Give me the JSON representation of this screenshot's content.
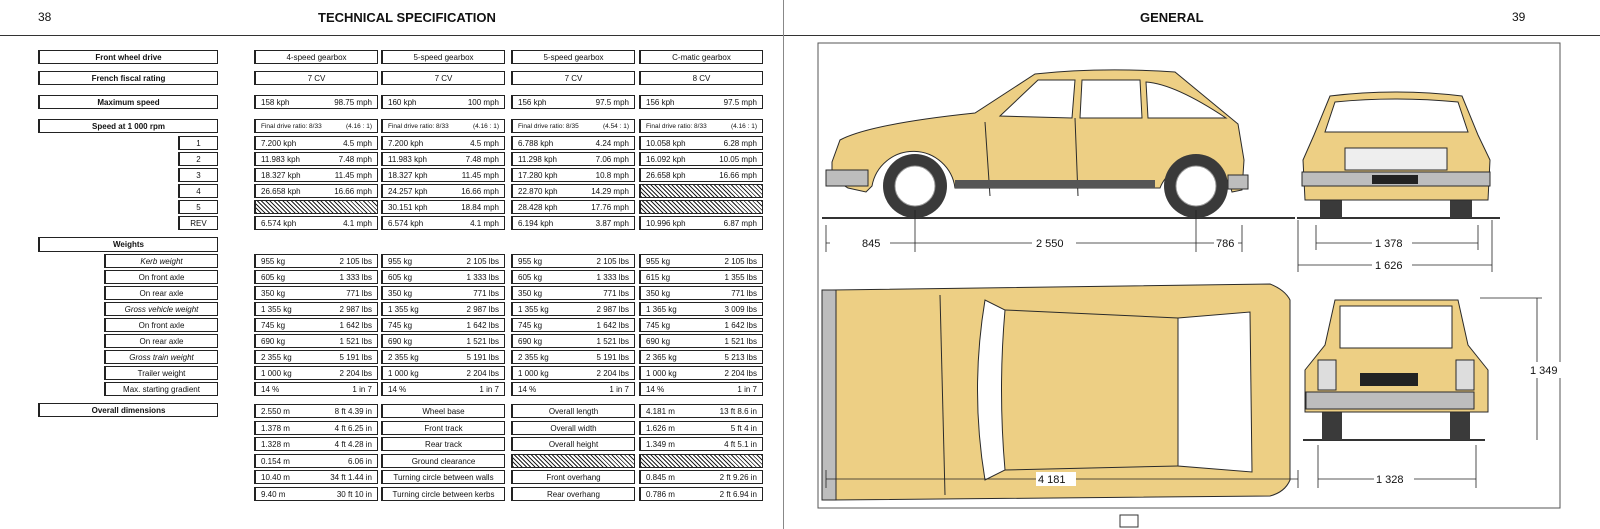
{
  "left_page": {
    "page_number": "38",
    "title": "TECHNICAL SPECIFICATION"
  },
  "right_page": {
    "page_number": "39",
    "title": "GENERAL"
  },
  "spec": {
    "labels": {
      "drive": "Front wheel drive",
      "fiscal": "French fiscal rating",
      "max_speed": "Maximum speed",
      "speed_rpm": "Speed at 1 000 rpm",
      "weights": "Weights",
      "dimensions": "Overall dimensions"
    },
    "gearboxes": [
      "4-speed gearbox",
      "5-speed gearbox",
      "5-speed gearbox",
      "C-matic gearbox"
    ],
    "fiscal_ratings": [
      "7 CV",
      "7 CV",
      "7 CV",
      "8 CV"
    ],
    "max_speed": [
      [
        "158 kph",
        "98.75 mph"
      ],
      [
        "160 kph",
        "100 mph"
      ],
      [
        "156 kph",
        "97.5 mph"
      ],
      [
        "156 kph",
        "97.5 mph"
      ]
    ],
    "final_drive": [
      [
        "Final drive ratio: 8/33",
        "(4.16 : 1)"
      ],
      [
        "Final drive ratio: 8/33",
        "(4.16 : 1)"
      ],
      [
        "Final drive ratio: 8/35",
        "(4.54 : 1)"
      ],
      [
        "Final drive ratio: 8/33",
        "(4.16 : 1)"
      ]
    ],
    "gears": [
      {
        "label": "1",
        "values": [
          [
            "7.200 kph",
            "4.5 mph"
          ],
          [
            "7.200 kph",
            "4.5 mph"
          ],
          [
            "6.788 kph",
            "4.24 mph"
          ],
          [
            "10.058 kph",
            "6.28 mph"
          ]
        ]
      },
      {
        "label": "2",
        "values": [
          [
            "11.983 kph",
            "7.48 mph"
          ],
          [
            "11.983 kph",
            "7.48 mph"
          ],
          [
            "11.298 kph",
            "7.06 mph"
          ],
          [
            "16.092 kph",
            "10.05 mph"
          ]
        ]
      },
      {
        "label": "3",
        "values": [
          [
            "18.327 kph",
            "11.45 mph"
          ],
          [
            "18.327 kph",
            "11.45 mph"
          ],
          [
            "17.280 kph",
            "10.8 mph"
          ],
          [
            "26.658 kph",
            "16.66 mph"
          ]
        ]
      },
      {
        "label": "4",
        "values": [
          [
            "26.658 kph",
            "16.66 mph"
          ],
          [
            "24.257 kph",
            "16.66 mph"
          ],
          [
            "22.870 kph",
            "14.29 mph"
          ],
          null
        ]
      },
      {
        "label": "5",
        "values": [
          null,
          [
            "30.151 kph",
            "18.84 mph"
          ],
          [
            "28.428 kph",
            "17.76 mph"
          ],
          null
        ]
      },
      {
        "label": "REV",
        "values": [
          [
            "6.574 kph",
            "4.1 mph"
          ],
          [
            "6.574 kph",
            "4.1 mph"
          ],
          [
            "6.194 kph",
            "3.87 mph"
          ],
          [
            "10.996 kph",
            "6.87 mph"
          ]
        ]
      }
    ],
    "weights": [
      {
        "label": "Kerb weight",
        "emphasis": true,
        "values": [
          [
            "955 kg",
            "2 105 lbs"
          ],
          [
            "955 kg",
            "2 105 lbs"
          ],
          [
            "955 kg",
            "2 105 lbs"
          ],
          [
            "955 kg",
            "2 105 lbs"
          ]
        ]
      },
      {
        "label": "On front axle",
        "emphasis": false,
        "values": [
          [
            "605 kg",
            "1 333 lbs"
          ],
          [
            "605 kg",
            "1 333 lbs"
          ],
          [
            "605 kg",
            "1 333 lbs"
          ],
          [
            "615 kg",
            "1 355 lbs"
          ]
        ]
      },
      {
        "label": "On rear axle",
        "emphasis": false,
        "values": [
          [
            "350 kg",
            "771 lbs"
          ],
          [
            "350 kg",
            "771 lbs"
          ],
          [
            "350 kg",
            "771 lbs"
          ],
          [
            "350 kg",
            "771 lbs"
          ]
        ]
      },
      {
        "label": "Gross vehicle weight",
        "emphasis": true,
        "values": [
          [
            "1 355 kg",
            "2 987 lbs"
          ],
          [
            "1 355 kg",
            "2 987 lbs"
          ],
          [
            "1 355 kg",
            "2 987 lbs"
          ],
          [
            "1 365 kg",
            "3 009 lbs"
          ]
        ]
      },
      {
        "label": "On front axle",
        "emphasis": false,
        "values": [
          [
            "745 kg",
            "1 642 lbs"
          ],
          [
            "745 kg",
            "1 642 lbs"
          ],
          [
            "745 kg",
            "1 642 lbs"
          ],
          [
            "745 kg",
            "1 642 lbs"
          ]
        ]
      },
      {
        "label": "On rear axle",
        "emphasis": false,
        "values": [
          [
            "690 kg",
            "1 521 lbs"
          ],
          [
            "690 kg",
            "1 521 lbs"
          ],
          [
            "690 kg",
            "1 521 lbs"
          ],
          [
            "690 kg",
            "1 521 lbs"
          ]
        ]
      },
      {
        "label": "Gross train weight",
        "emphasis": true,
        "values": [
          [
            "2 355 kg",
            "5 191 lbs"
          ],
          [
            "2 355 kg",
            "5 191 lbs"
          ],
          [
            "2 355 kg",
            "5 191 lbs"
          ],
          [
            "2 365 kg",
            "5 213 lbs"
          ]
        ]
      },
      {
        "label": "Trailer weight",
        "emphasis": false,
        "values": [
          [
            "1 000 kg",
            "2 204 lbs"
          ],
          [
            "1 000 kg",
            "2 204 lbs"
          ],
          [
            "1 000 kg",
            "2 204 lbs"
          ],
          [
            "1 000 kg",
            "2 204 lbs"
          ]
        ]
      },
      {
        "label": "Max. starting gradient",
        "emphasis": false,
        "values": [
          [
            "14 %",
            "1 in 7"
          ],
          [
            "14 %",
            "1 in 7"
          ],
          [
            "14 %",
            "1 in 7"
          ],
          [
            "14 %",
            "1 in 7"
          ]
        ]
      }
    ],
    "dimensions": [
      [
        {
          "pair": [
            "2.550 m",
            "8 ft 4.39 in"
          ]
        },
        {
          "text": "Wheel base"
        },
        {
          "text": "Overall length"
        },
        {
          "pair": [
            "4.181 m",
            "13 ft 8.6 in"
          ]
        }
      ],
      [
        {
          "pair": [
            "1.378 m",
            "4 ft 6.25 in"
          ]
        },
        {
          "text": "Front track"
        },
        {
          "text": "Overall width"
        },
        {
          "pair": [
            "1.626 m",
            "5 ft 4 in"
          ]
        }
      ],
      [
        {
          "pair": [
            "1.328 m",
            "4 ft 4.28 in"
          ]
        },
        {
          "text": "Rear track"
        },
        {
          "text": "Overall height"
        },
        {
          "pair": [
            "1.349 m",
            "4 ft 5.1 in"
          ]
        }
      ],
      [
        {
          "pair": [
            "0.154 m",
            "6.06 in"
          ]
        },
        {
          "text": "Ground clearance"
        },
        null,
        null
      ],
      [
        {
          "pair": [
            "10.40 m",
            "34 ft 1.44 in"
          ]
        },
        {
          "text": "Turning circle between walls"
        },
        {
          "text": "Front overhang"
        },
        {
          "pair": [
            "0.845 m",
            "2 ft 9.26 in"
          ]
        }
      ],
      [
        {
          "pair": [
            "9.40 m",
            "30 ft 10 in"
          ]
        },
        {
          "text": "Turning circle between kerbs"
        },
        {
          "text": "Rear overhang"
        },
        {
          "pair": [
            "0.786 m",
            "2 ft 6.94 in"
          ]
        }
      ]
    ]
  },
  "drawing": {
    "dims": {
      "front_overhang": "845",
      "wheel_base": "2 550",
      "rear_overhang": "786",
      "front_track": "1 378",
      "overall_width": "1 626",
      "overall_height": "1 349",
      "overall_length": "4 181",
      "rear_track": "1 328"
    },
    "colors": {
      "body": "#EDCF84",
      "outline": "#2a2a2a",
      "trim": "#bdbdbd",
      "tyre": "#3a3a3a"
    }
  }
}
